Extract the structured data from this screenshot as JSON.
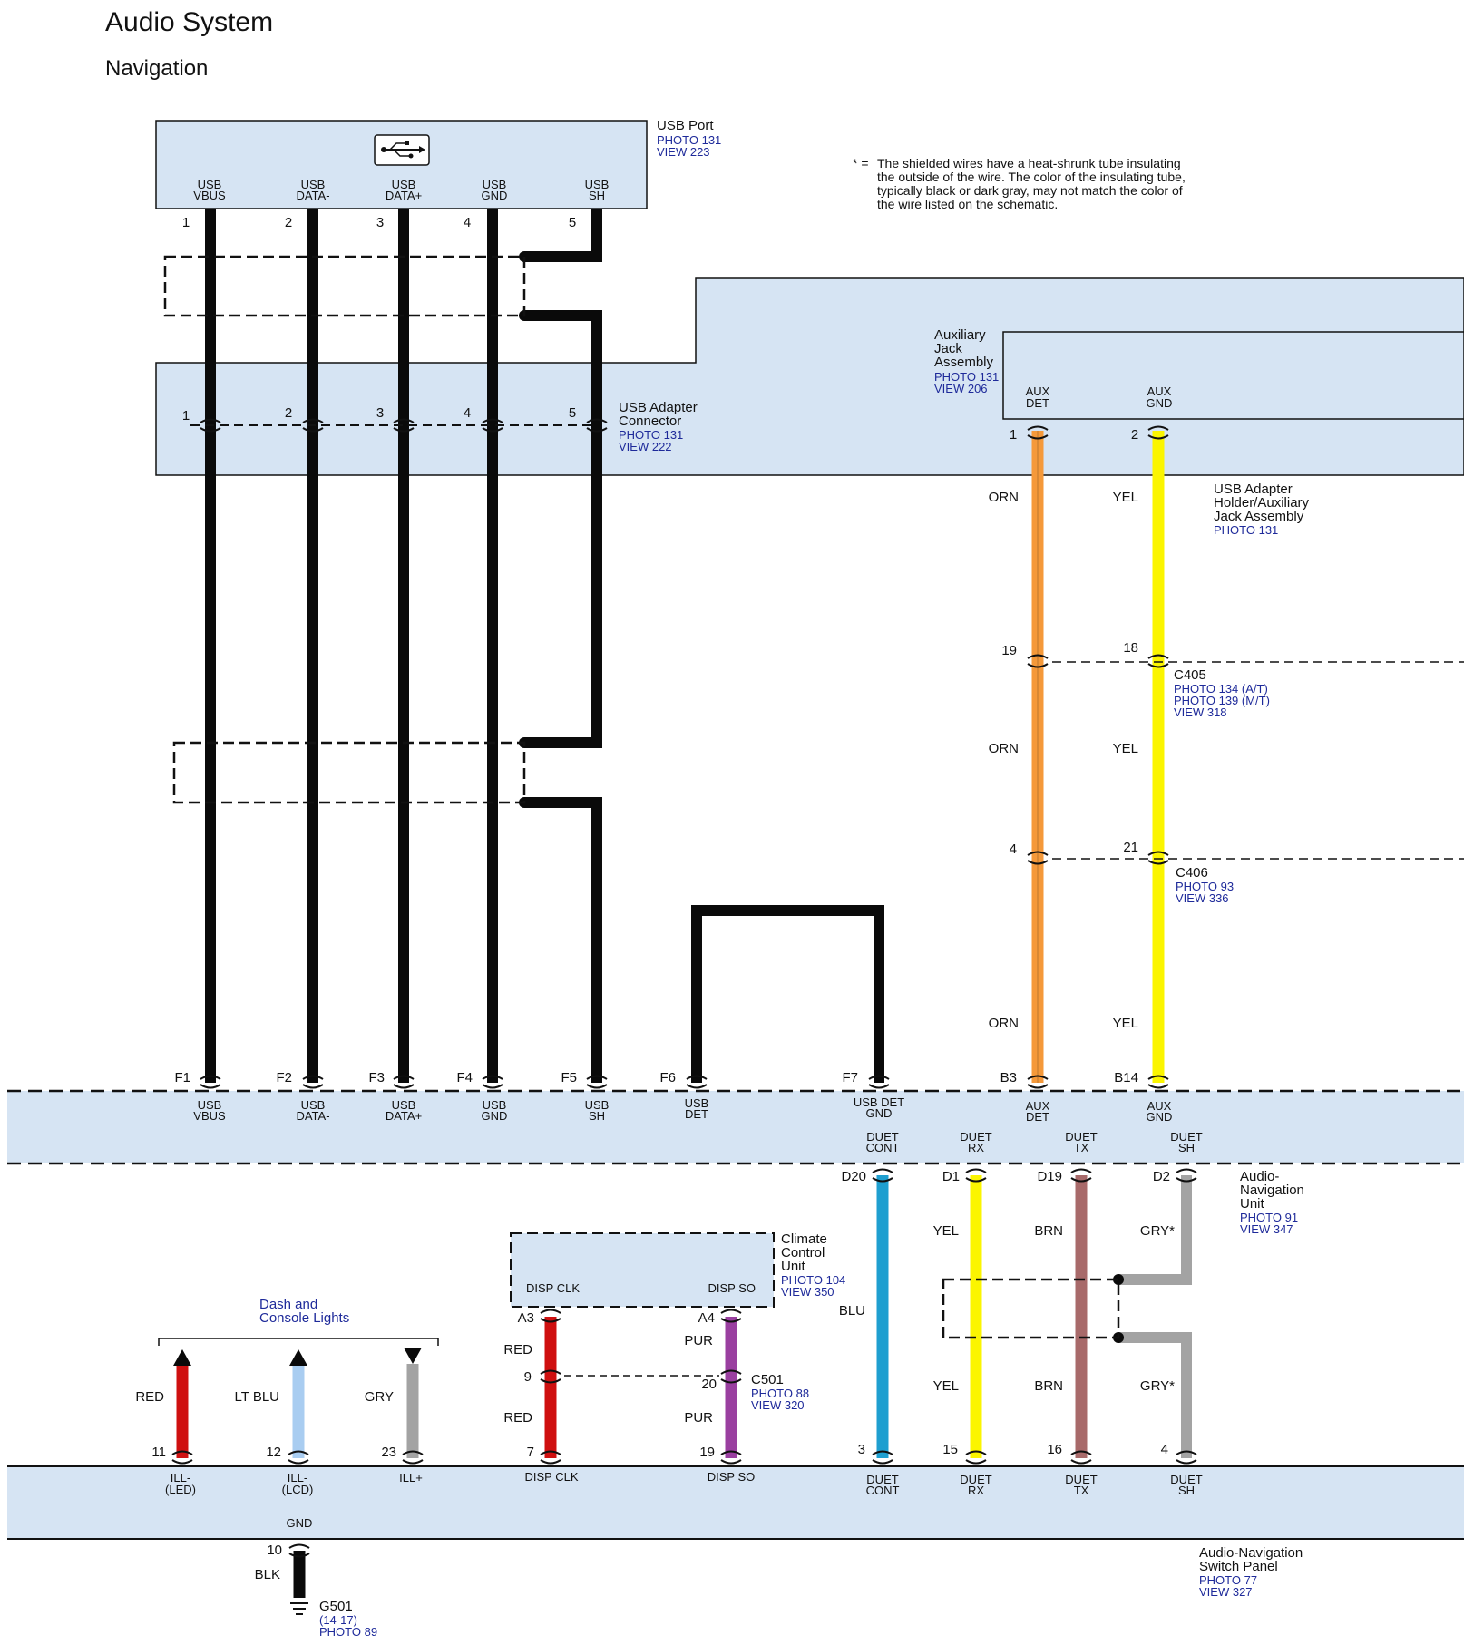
{
  "title": "Audio System",
  "subtitle": "Navigation",
  "note": {
    "marker": "* =",
    "lines": [
      "The shielded wires have a heat-shrunk tube insulating",
      "the outside of the wire. The color of the insulating tube,",
      "typically black or dark gray, may not match the color of",
      "the wire listed on the schematic."
    ]
  },
  "components": {
    "usb_port": {
      "name": [
        "USB Port"
      ],
      "refs": [
        "PHOTO 131",
        "VIEW 223"
      ]
    },
    "usb_adapter": {
      "name": [
        "USB Adapter",
        "Connector"
      ],
      "refs": [
        "PHOTO 131",
        "VIEW 222"
      ]
    },
    "aux_jack": {
      "name": [
        "Auxiliary",
        "Jack",
        "Assembly"
      ],
      "refs": [
        "PHOTO 131",
        "VIEW 206"
      ]
    },
    "holder": {
      "name": [
        "USB Adapter",
        "Holder/Auxiliary",
        "Jack Assembly"
      ],
      "refs": [
        "PHOTO 131"
      ]
    },
    "c405": {
      "name": [
        "C405"
      ],
      "refs": [
        "PHOTO 134 (A/T)",
        "PHOTO 139 (M/T)",
        "VIEW 318"
      ]
    },
    "c406": {
      "name": [
        "C406"
      ],
      "refs": [
        "PHOTO 93",
        "VIEW 336"
      ]
    },
    "audio_nav": {
      "name": [
        "Audio-",
        "Navigation",
        "Unit"
      ],
      "refs": [
        "PHOTO 91",
        "VIEW 347"
      ]
    },
    "climate": {
      "name": [
        "Climate",
        "Control",
        "Unit"
      ],
      "refs": [
        "PHOTO 104",
        "VIEW 350"
      ]
    },
    "c501": {
      "name": [
        "C501"
      ],
      "refs": [
        "PHOTO 88",
        "VIEW 320"
      ]
    },
    "switch_panel": {
      "name": [
        "Audio-Navigation",
        "Switch Panel"
      ],
      "refs": [
        "PHOTO 77",
        "VIEW 327"
      ]
    },
    "g501": {
      "name": [
        "G501"
      ],
      "refs": [
        "(14-17)",
        "PHOTO 89"
      ]
    },
    "dash_lights": {
      "name": [
        "Dash and",
        "Console Lights"
      ],
      "refs": []
    }
  },
  "usb_port_terminals": [
    {
      "label": [
        "USB",
        "VBUS"
      ],
      "pin": "1"
    },
    {
      "label": [
        "USB",
        "DATA-"
      ],
      "pin": "2"
    },
    {
      "label": [
        "USB",
        "DATA+"
      ],
      "pin": "3"
    },
    {
      "label": [
        "USB",
        "GND"
      ],
      "pin": "4"
    },
    {
      "label": [
        "USB",
        "SH"
      ],
      "pin": "5"
    }
  ],
  "usb_adapter_pins": [
    "1",
    "2",
    "3",
    "4",
    "5"
  ],
  "aux_terminals": [
    {
      "label": [
        "AUX",
        "DET"
      ],
      "pin": "1"
    },
    {
      "label": [
        "AUX",
        "GND"
      ],
      "pin": "2"
    }
  ],
  "upper_unit_terminals": [
    {
      "pin": "F1",
      "label": [
        "USB",
        "VBUS"
      ]
    },
    {
      "pin": "F2",
      "label": [
        "USB",
        "DATA-"
      ]
    },
    {
      "pin": "F3",
      "label": [
        "USB",
        "DATA+"
      ]
    },
    {
      "pin": "F4",
      "label": [
        "USB",
        "GND"
      ]
    },
    {
      "pin": "F5",
      "label": [
        "USB",
        "SH"
      ]
    },
    {
      "pin": "F6",
      "label": [
        "USB",
        "DET"
      ]
    },
    {
      "pin": "F7",
      "label": [
        "USB DET",
        "GND"
      ]
    },
    {
      "pin": "B3",
      "label": [
        "AUX",
        "DET"
      ]
    },
    {
      "pin": "B14",
      "label": [
        "AUX",
        "GND"
      ]
    }
  ],
  "duet_terminals": [
    {
      "label": [
        "DUET",
        "CONT"
      ],
      "pin": "D20"
    },
    {
      "label": [
        "DUET",
        "RX"
      ],
      "pin": "D1"
    },
    {
      "label": [
        "DUET",
        "TX"
      ],
      "pin": "D19"
    },
    {
      "label": [
        "DUET",
        "SH"
      ],
      "pin": "D2"
    }
  ],
  "wire_colors": {
    "aux_det": [
      "ORN",
      "ORN",
      "ORN"
    ],
    "aux_gnd": [
      "YEL",
      "YEL",
      "YEL"
    ],
    "c405_pins": [
      "19",
      "18"
    ],
    "c406_pins": [
      "4",
      "21"
    ],
    "duet_upper": [
      "BLU",
      "YEL",
      "BRN",
      "GRY*"
    ],
    "duet_lower": [
      "YEL",
      "BRN",
      "GRY*"
    ]
  },
  "climate_terminals": [
    {
      "label": "DISP CLK",
      "pin": "A3"
    },
    {
      "label": "DISP SO",
      "pin": "A4"
    }
  ],
  "climate_wires": {
    "upper": [
      "RED",
      "PUR"
    ],
    "c501_pins": [
      "9",
      "20"
    ],
    "lower": [
      "RED",
      "PUR"
    ]
  },
  "light_wires": [
    {
      "color": "RED",
      "pin": "11",
      "label": [
        "ILL-",
        "(LED)"
      ]
    },
    {
      "color": "LT BLU",
      "pin": "12",
      "label": [
        "ILL-",
        "(LCD)"
      ]
    },
    {
      "color": "GRY",
      "pin": "23",
      "label": [
        "ILL+"
      ]
    }
  ],
  "switch_terminals": [
    {
      "pin": "7",
      "label": [
        "DISP CLK"
      ]
    },
    {
      "pin": "19",
      "label": [
        "DISP SO"
      ]
    },
    {
      "pin": "3",
      "label": [
        "DUET",
        "CONT"
      ]
    },
    {
      "pin": "15",
      "label": [
        "DUET",
        "RX"
      ]
    },
    {
      "pin": "16",
      "label": [
        "DUET",
        "TX"
      ]
    },
    {
      "pin": "4",
      "label": [
        "DUET",
        "SH"
      ]
    }
  ],
  "ground": {
    "label": "GND",
    "pin": "10",
    "color": "BLK"
  },
  "palette": {
    "box": "#d6e4f3",
    "black": "#0a0a0a",
    "orange": "#f5993a",
    "yellow": "#fbf500",
    "blue": "#1e9fd0",
    "brown": "#a86a6a",
    "gray": "#a3a3a3",
    "red": "#cf1010",
    "purple": "#9a3fa0",
    "ltblue": "#a9cdf1",
    "link": "#1e2a9a"
  }
}
